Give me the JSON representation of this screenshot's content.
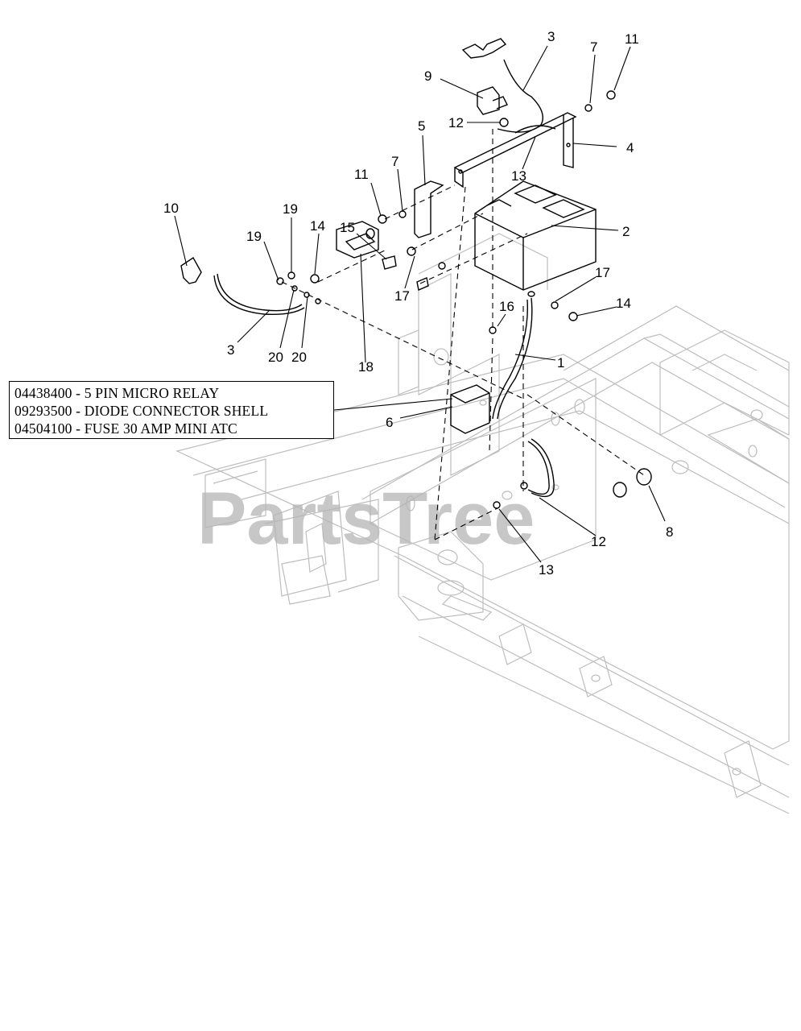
{
  "watermark": "PartsTree",
  "note_lines": [
    "04438400 - 5 PIN MICRO RELAY",
    "09293500 - DIODE CONNECTOR SHELL",
    "04504100 - FUSE 30 AMP MINI ATC"
  ],
  "callouts": {
    "c3_top": "3",
    "c7_top": "7",
    "c11_top": "11",
    "c9": "9",
    "c5": "5",
    "c12_top": "12",
    "c4": "4",
    "c13_top": "13",
    "c11_left": "11",
    "c7_left": "7",
    "c2": "2",
    "c10": "10",
    "c19_a": "19",
    "c19_b": "19",
    "c14_left": "14",
    "c15": "15",
    "c17_left": "17",
    "c17_right": "17",
    "c14_right": "14",
    "c16": "16",
    "c1": "1",
    "c3_left": "3",
    "c20_a": "20",
    "c20_b": "20",
    "c18": "18",
    "c6": "6",
    "c12_bottom": "12",
    "c8": "8",
    "c13_bottom": "13"
  }
}
